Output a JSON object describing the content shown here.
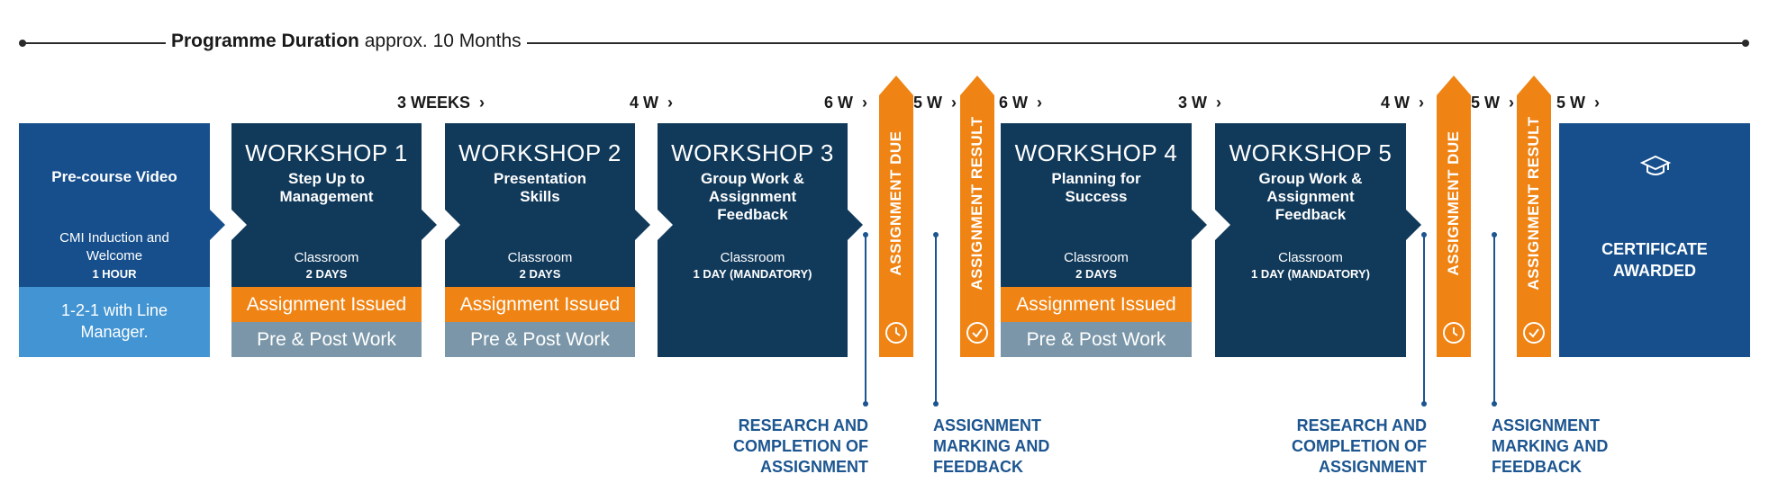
{
  "header": {
    "duration_bold": "Programme Duration",
    "duration_rest": " approx. 10 Months"
  },
  "gaps": [
    "3 WEEKS",
    "4 W",
    "6 W",
    "5 W",
    "6 W",
    "3 W",
    "4 W",
    "5 W",
    "5 W"
  ],
  "precourse": {
    "title": "Pre-course Video",
    "detail": "CMI Induction and Welcome",
    "duration": "1 HOUR",
    "bottom": "1-2-1 with Line Manager."
  },
  "workshops": [
    {
      "title": "WORKSHOP 1",
      "subtitle": "Step Up to Management",
      "mode": "Classroom",
      "days": "2 DAYS",
      "issued": "Assignment Issued",
      "prepost": "Pre & Post Work"
    },
    {
      "title": "WORKSHOP 2",
      "subtitle": "Presentation Skills",
      "mode": "Classroom",
      "days": "2 DAYS",
      "issued": "Assignment Issued",
      "prepost": "Pre & Post Work"
    },
    {
      "title": "WORKSHOP 3",
      "subtitle": "Group Work & Assignment Feedback",
      "mode": "Classroom",
      "days": "1 DAY (MANDATORY)"
    },
    {
      "title": "WORKSHOP 4",
      "subtitle": "Planning for Success",
      "mode": "Classroom",
      "days": "2 DAYS",
      "issued": "Assignment Issued",
      "prepost": "Pre & Post Work"
    },
    {
      "title": "WORKSHOP 5",
      "subtitle": "Group Work & Assignment Feedback",
      "mode": "Classroom",
      "days": "1 DAY (MANDATORY)"
    }
  ],
  "milestones": {
    "due": "ASSIGNMENT DUE",
    "result": "ASSIGNMENT RESULT"
  },
  "certificate": {
    "label": "CERTIFICATE AWARDED"
  },
  "notes": {
    "research": "RESEARCH AND COMPLETION OF ASSIGNMENT",
    "marking": "ASSIGNMENT MARKING AND FEEDBACK"
  },
  "colors": {
    "navy": "#10395a",
    "blue": "#164f8c",
    "light_blue": "#4294d2",
    "orange": "#ef8313",
    "grey": "#7a96a8",
    "note_blue": "#1c5590"
  },
  "icons": [
    "clock-icon",
    "check-circle-icon",
    "graduation-cap-icon",
    "chevron-right-icon"
  ]
}
